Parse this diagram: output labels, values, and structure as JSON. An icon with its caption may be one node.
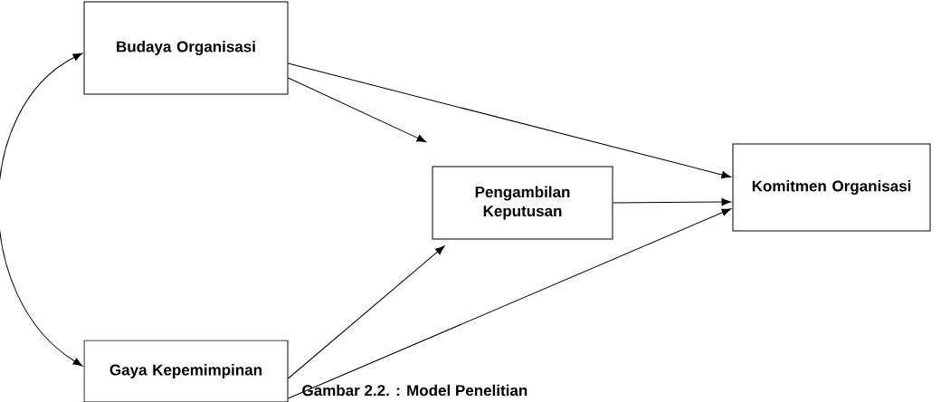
{
  "diagram": {
    "caption": "Gambar 2.2. : Model Penelitian",
    "nodes": [
      {
        "text": [
          "Budaya Organisasi"
        ]
      },
      {
        "text": [
          "Gaya Kepemimpinan"
        ]
      },
      {
        "text": [
          "Pengambilan Keputusan"
        ]
      },
      {
        "text": [
          "Komitmen Organisasi"
        ]
      }
    ],
    "edges": [
      {
        "from": 0,
        "to": 1,
        "arrow": "both"
      },
      {
        "from": 0,
        "to": 3,
        "arrow": "to"
      },
      {
        "from": 0,
        "to": 2,
        "arrow": "to"
      },
      {
        "from": 2,
        "to": 3,
        "arrow": "to"
      },
      {
        "from": 1,
        "to": 2,
        "arrow": "to"
      },
      {
        "from": 1,
        "to": 3,
        "arrow": "to"
      }
    ]
  }
}
